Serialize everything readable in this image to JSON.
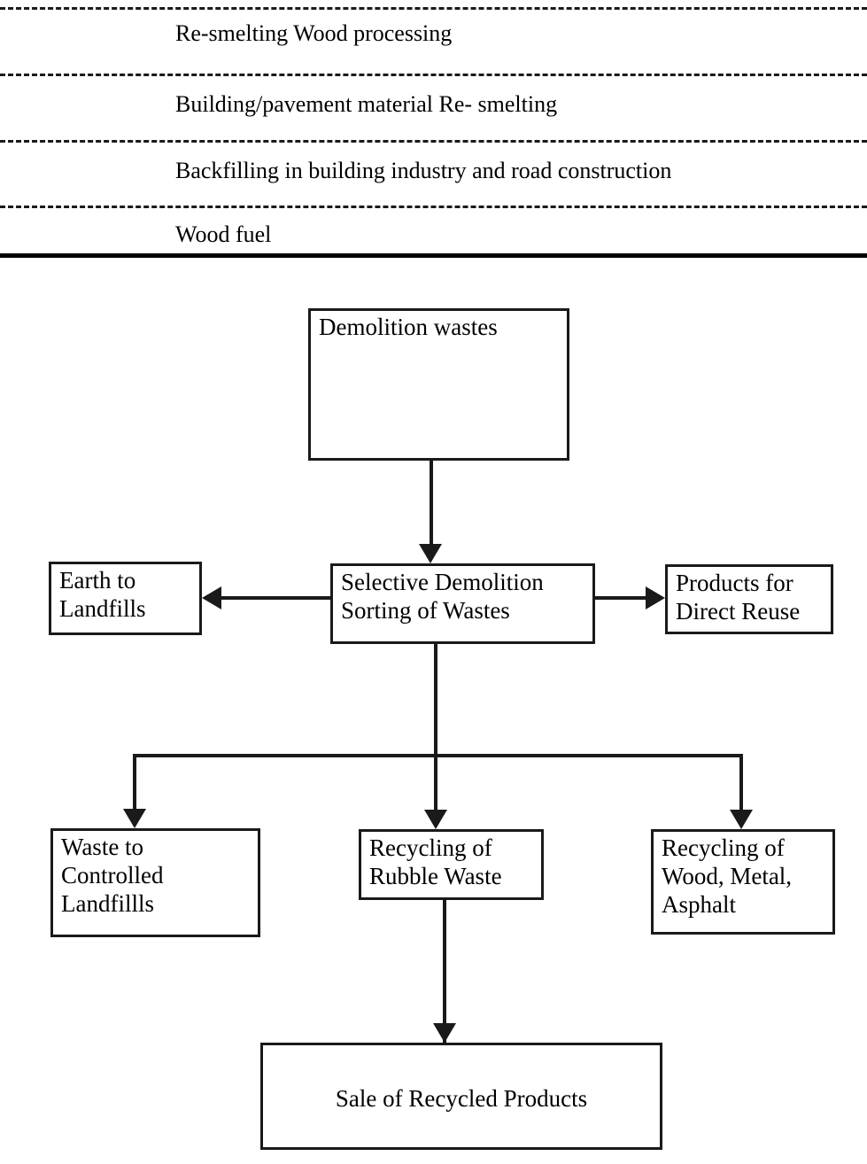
{
  "table": {
    "rows": [
      {
        "label": "Re-smelting Wood processing"
      },
      {
        "label": "Building/pavement material Re- smelting"
      },
      {
        "label": "Backfilling in building industry and road construction"
      },
      {
        "label": "Wood fuel"
      }
    ]
  },
  "flowchart": {
    "nodes": {
      "demolition_wastes": "Demolition wastes",
      "earth_to_landfills": "Earth to\nLandfills",
      "selective_demolition": "Selective Demolition\nSorting of Wastes",
      "products_direct_reuse": "Products for\nDirect Reuse",
      "waste_controlled_landfills": "Waste to\nControlled\nLandfillls",
      "recycling_rubble_waste": "Recycling of\nRubble Waste",
      "recycling_wood_metal_asphalt": "Recycling of\nWood, Metal,\nAsphalt",
      "sale_recycled_products": "Sale of Recycled Products"
    },
    "colors": {
      "stroke": "#1a1a1a",
      "background": "#ffffff",
      "text": "#000000"
    }
  }
}
